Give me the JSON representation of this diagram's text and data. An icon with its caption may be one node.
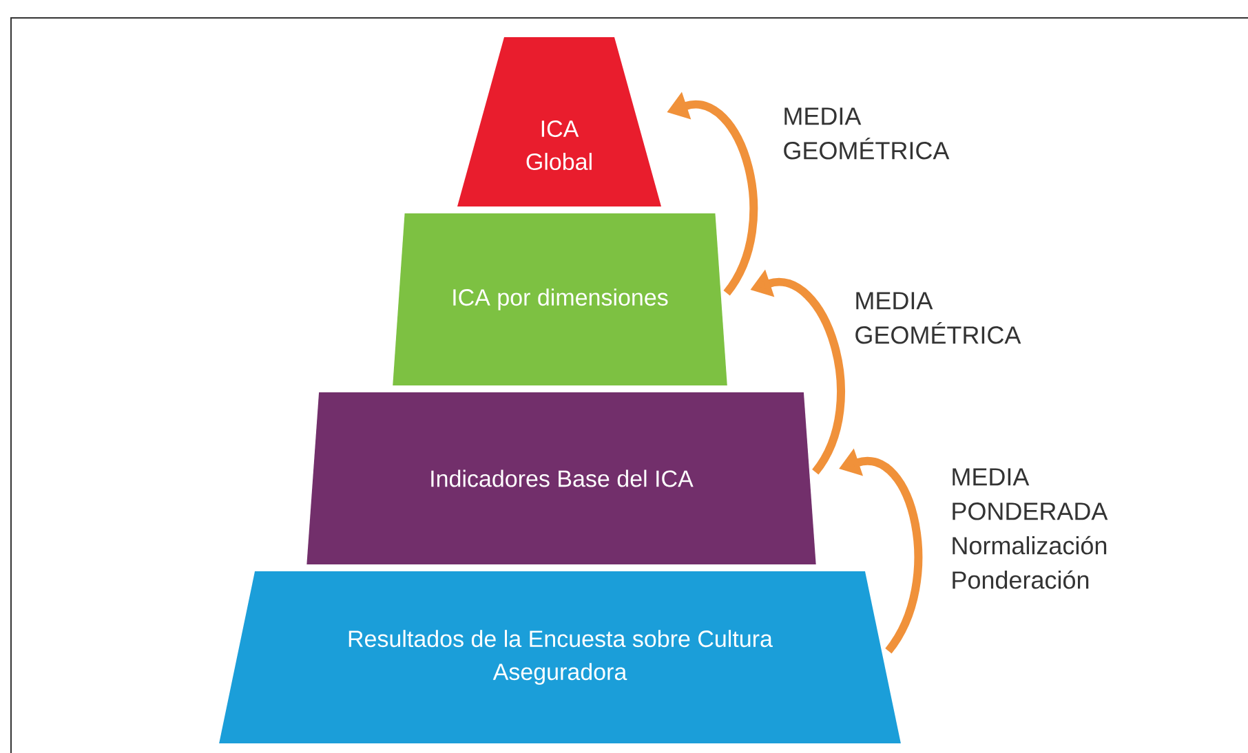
{
  "diagram": {
    "nodes": [
      {
        "text": [
          "ICA Global"
        ]
      },
      {
        "text": [
          "ICA por dimensiones"
        ]
      },
      {
        "text": [
          "Indicadores Base del ICA"
        ]
      },
      {
        "text": [
          "Resultados de la Encuesta sobre Cultura Aseguradora"
        ]
      }
    ],
    "edges": [
      {
        "from": 1,
        "to": 0,
        "arrow": "to",
        "label": "MEDIA GEOMÉTRICA"
      },
      {
        "from": 2,
        "to": 1,
        "arrow": "to",
        "label": "MEDIA GEOMÉTRICA"
      },
      {
        "from": 3,
        "to": 2,
        "arrow": "to",
        "label": "MEDIA PONDERADA Normalización Ponderación"
      }
    ]
  }
}
